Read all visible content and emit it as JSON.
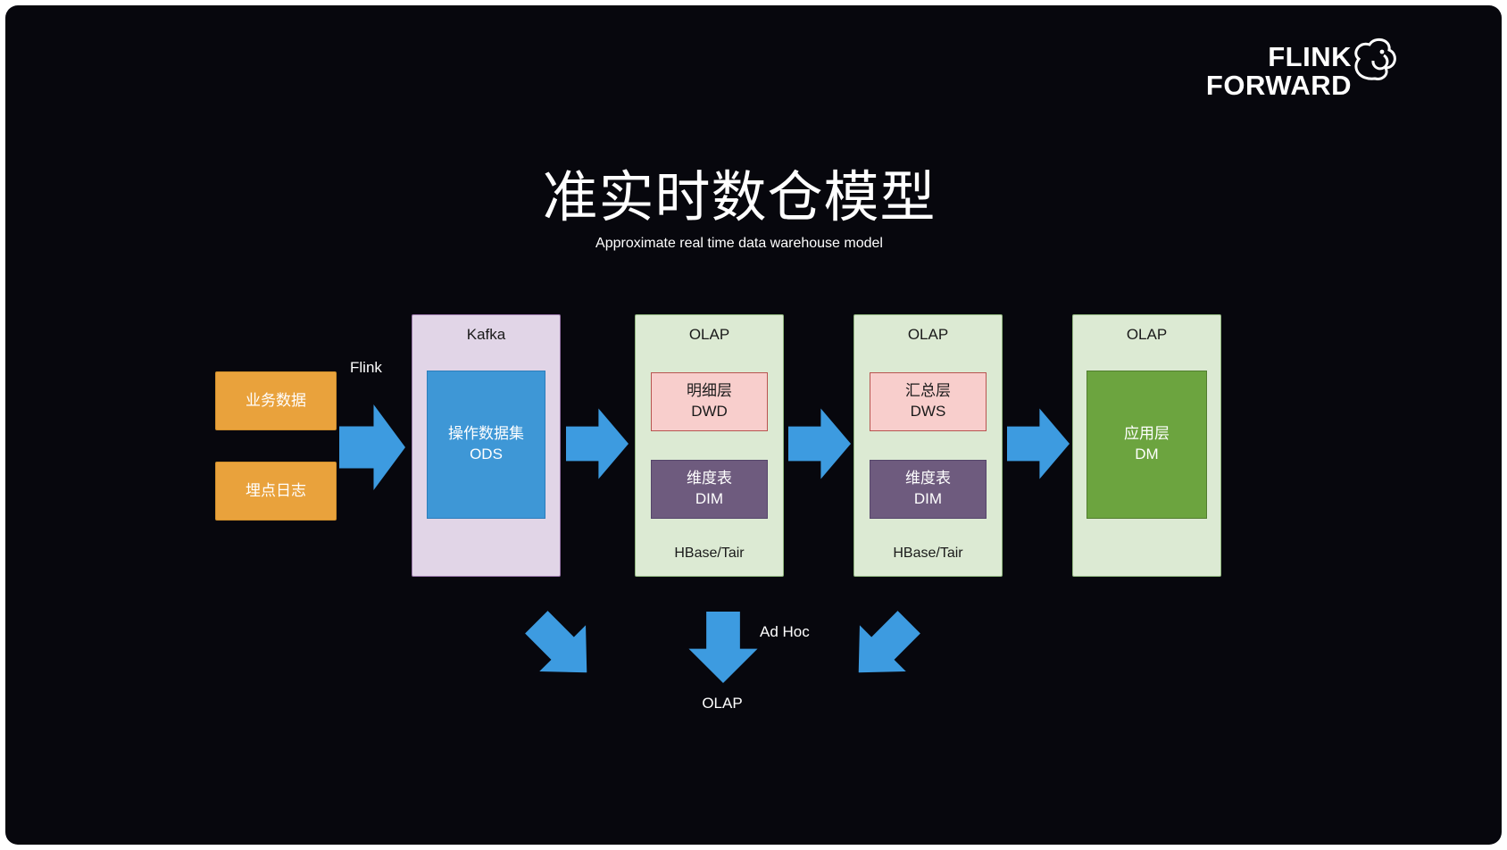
{
  "title": "准实时数仓模型",
  "subtitle": "Approximate real time data warehouse model",
  "logo": {
    "line1": "FLINK",
    "line2": "FORWARD"
  },
  "labels": {
    "flink": "Flink",
    "ad_hoc": "Ad Hoc",
    "olap_sink": "OLAP"
  },
  "sources": {
    "business": "业务数据",
    "tracking": "埋点日志"
  },
  "kafka": {
    "header": "Kafka",
    "ods": "操作数据集\nODS"
  },
  "stage_dwd": {
    "header": "OLAP",
    "main": "明细层\nDWD",
    "dim": "维度表\nDIM",
    "footer": "HBase/Tair"
  },
  "stage_dws": {
    "header": "OLAP",
    "main": "汇总层\nDWS",
    "dim": "维度表\nDIM",
    "footer": "HBase/Tair"
  },
  "stage_dm": {
    "header": "OLAP",
    "main": "应用层\nDM"
  },
  "colors": {
    "background": "#07070d",
    "arrow_blue": "#3d9be0",
    "source_orange": "#e9a23c",
    "kafka_purple": "#e1d5e7",
    "ods_blue": "#3e97d6",
    "olap_green": "#dcead3",
    "detail_pink": "#f8cecc",
    "dim_purple": "#6e5b7e",
    "dm_green": "#6ca43f"
  }
}
